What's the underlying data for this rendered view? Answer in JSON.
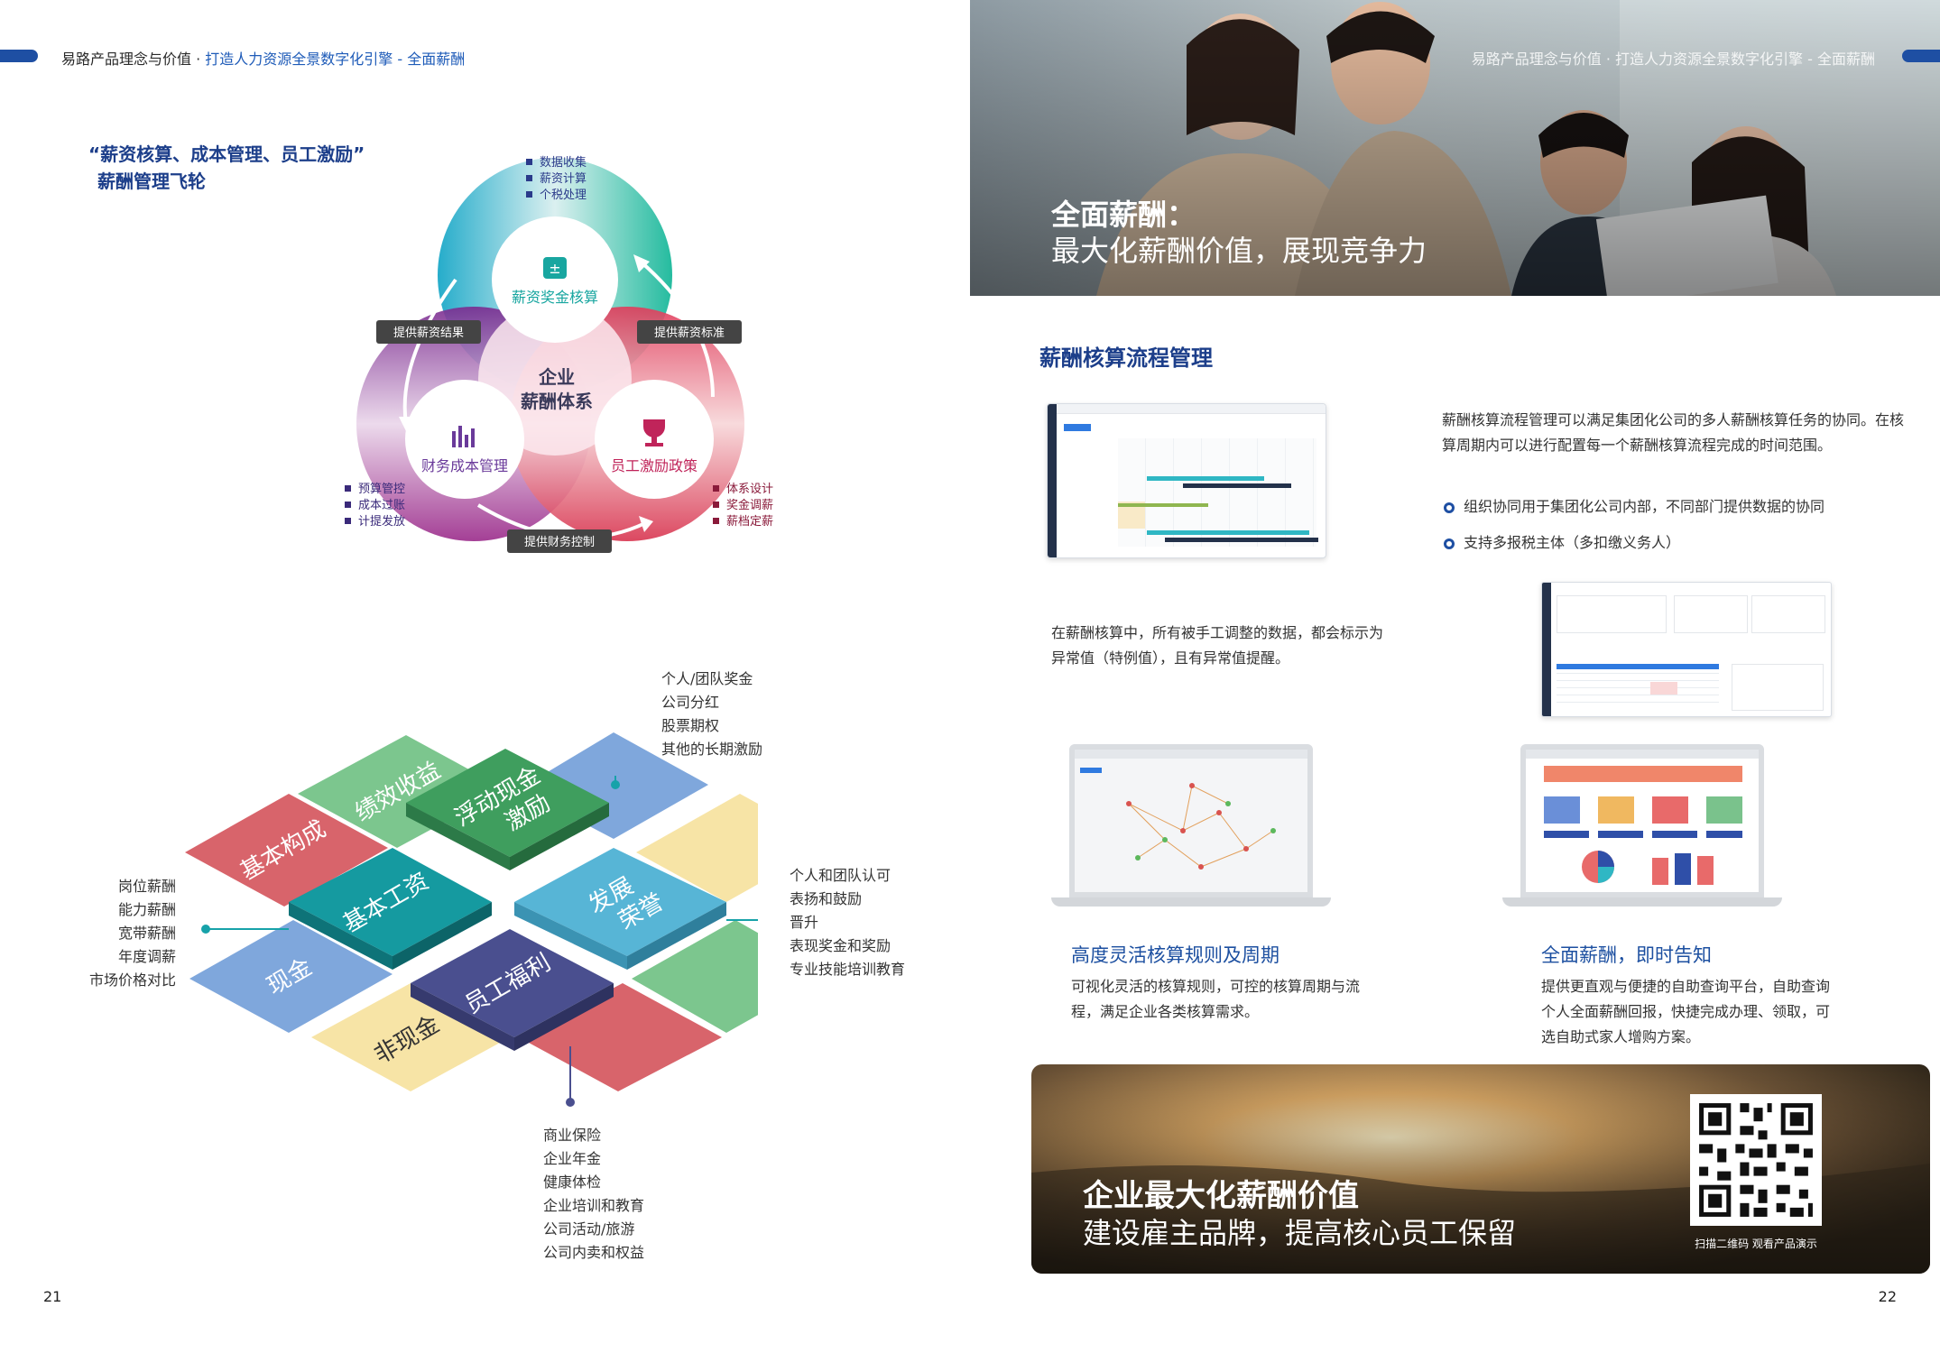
{
  "left_page": {
    "header": {
      "prefix": "易路产品理念与价值 · ",
      "highlight": "打造人力资源全景数字化引擎 - 全面薪酬"
    },
    "page_number": "21",
    "flywheel": {
      "title_line1": "“薪资核算、成本管理、员工激励”",
      "title_line2": "薪酬管理飞轮",
      "center_line1": "企业",
      "center_line2": "薪酬体系",
      "nodes": {
        "payroll": "薪资奖金核算",
        "cost": "财务成本管理",
        "incentive": "员工激励政策"
      },
      "arrow_labels": {
        "result": "提供薪资结果",
        "standard": "提供薪资标准",
        "control": "提供财务控制"
      },
      "top_items": [
        "数据收集",
        "薪资计算",
        "个税处理"
      ],
      "left_items": [
        "预算管控",
        "成本过账",
        "计提发放"
      ],
      "right_items": [
        "体系设计",
        "奖金调薪",
        "薪档定薪"
      ]
    },
    "iso": {
      "tiles": {
        "performance": "绩效收益",
        "basic_structure": "基本构成",
        "floating_cash": "浮动现金\n激励",
        "basic_salary": "基本工资",
        "development": "发展\n荣誉",
        "cash": "现金",
        "welfare": "员工福利",
        "noncash": "非现金"
      },
      "list_top": [
        "个人/团队奖金",
        "公司分红",
        "股票期权",
        "其他的长期激励"
      ],
      "list_left": [
        "岗位薪酬",
        "能力薪酬",
        "宽带薪酬",
        "年度调薪",
        "市场价格对比"
      ],
      "list_right": [
        "个人和团队认可",
        "表扬和鼓励",
        "晋升",
        "表现奖金和奖励",
        "专业技能培训教育"
      ],
      "list_bottom": [
        "商业保险",
        "企业年金",
        "健康体检",
        "企业培训和教育",
        "公司活动/旅游",
        "公司内卖和权益"
      ]
    },
    "colors": {
      "navy": "#1c3e8a",
      "teal": "#17a2a9",
      "green": "#3fb58a",
      "purple": "#8a2a90",
      "red": "#e0405a"
    }
  },
  "right_page": {
    "header": "易路产品理念与价值 · 打造人力资源全景数字化引擎 - 全面薪酬",
    "page_number": "22",
    "hero": {
      "line1": "全面薪酬：",
      "line2": "最大化薪酬价值，展现竞争力"
    },
    "section_title": "薪酬核算流程管理",
    "intro": "薪酬核算流程管理可以满足集团化公司的多人薪酬核算任务的协同。在核算周期内可以进行配置每一个薪酬核算流程完成的时间范围。",
    "bullets": [
      "组织协同用于集团化公司内部，不同部门提供数据的协同",
      "支持多报税主体（多扣缴义务人）"
    ],
    "anomaly_text": "在薪酬核算中，所有被手工调整的数据，都会标示为异常值（特例值），且有异常值提醒。",
    "feature1": {
      "title": "高度灵活核算规则及周期",
      "desc": "可视化灵活的核算规则，可控的核算周期与流程，满足企业各类核算需求。"
    },
    "feature2": {
      "title": "全面薪酬，即时告知",
      "desc": "提供更直观与便捷的自助查询平台，自助查询个人全面薪酬回报，快捷完成办理、领取，可选自助式家人增购方案。"
    },
    "banner": {
      "line1": "企业最大化薪酬价值",
      "line2": "建设雇主品牌，提高核心员工保留",
      "qr_caption": "扫描二维码  观看产品演示"
    }
  }
}
